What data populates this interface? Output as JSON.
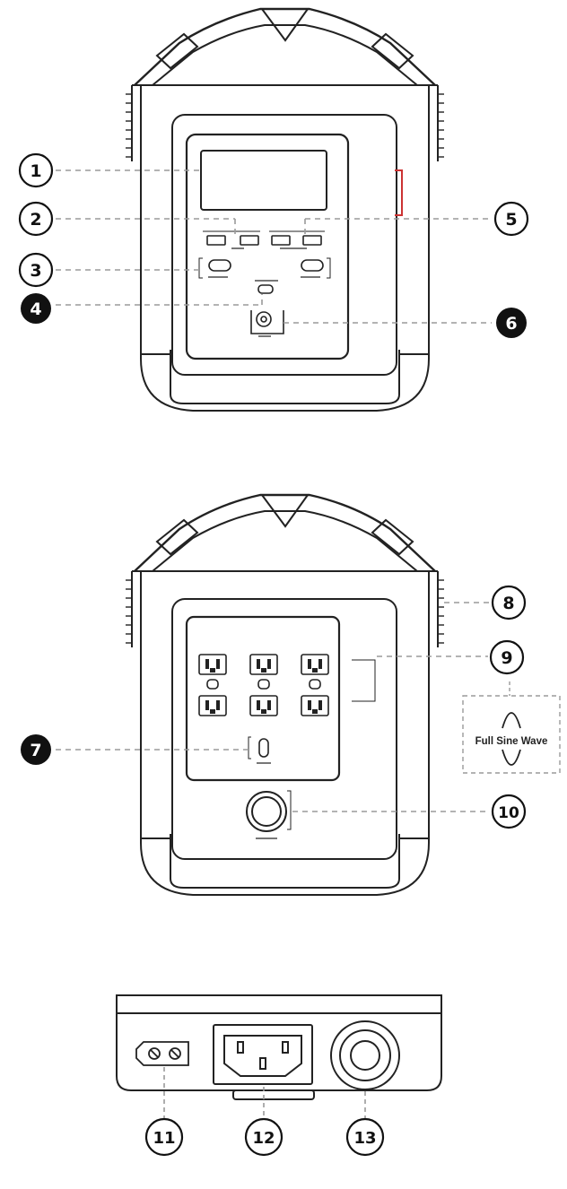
{
  "callouts": {
    "c1": "1",
    "c2": "2",
    "c3": "3",
    "c4": "4",
    "c5": "5",
    "c6": "6",
    "c7": "7",
    "c8": "8",
    "c9": "9",
    "c10": "10",
    "c11": "11",
    "c12": "12",
    "c13": "13"
  },
  "badge": {
    "label": "Full Sine Wave"
  },
  "colors": {
    "line": "#222222",
    "dash": "#9a9a9a",
    "fill": "#ffffff"
  }
}
